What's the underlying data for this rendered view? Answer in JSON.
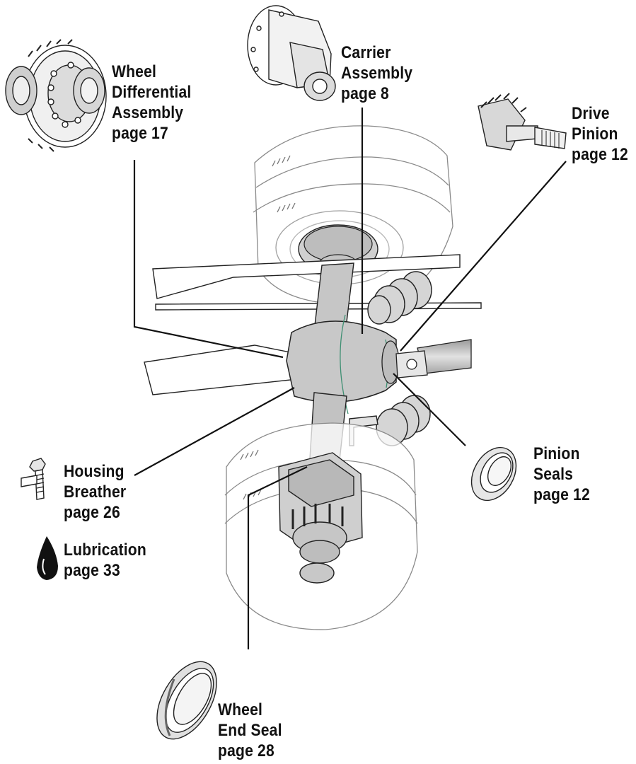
{
  "callouts": {
    "wheel_differential": {
      "line1": "Wheel",
      "line2": "Differential",
      "line3": "Assembly",
      "line4": "page 17"
    },
    "carrier": {
      "line1": "Carrier",
      "line2": "Assembly",
      "line3": "page 8"
    },
    "drive_pinion": {
      "line1": "Drive",
      "line2": "Pinion",
      "line3": "page 12"
    },
    "pinion_seals": {
      "line1": "Pinion",
      "line2": "Seals",
      "line3": "page 12"
    },
    "housing_breather": {
      "line1": "Housing",
      "line2": "Breather",
      "line3": "page 26"
    },
    "lubrication": {
      "line1": "Lubrication",
      "line2": "page 33"
    },
    "wheel_end_seal": {
      "line1": "Wheel",
      "line2": "End Seal",
      "line3": "page 28"
    }
  },
  "colors": {
    "line": "#111111",
    "housing_fill": "#c8c8c8",
    "accent_green": "#3e8f72",
    "tire_stroke": "#8a8a8a"
  },
  "icons": [
    "differential-gear-icon",
    "carrier-housing-icon",
    "pinion-gear-icon",
    "seal-ring-icon",
    "breather-valve-icon",
    "oil-drop-icon",
    "wheel-seal-icon"
  ]
}
